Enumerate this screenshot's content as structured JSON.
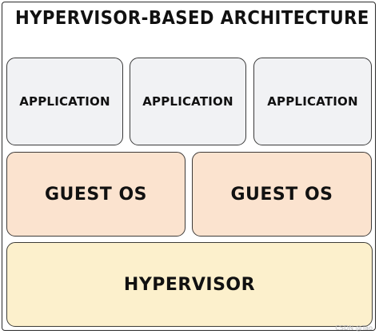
{
  "diagram": {
    "title": "HYPERVISOR-BASED ARCHITECTURE",
    "application_layer": [
      {
        "label": "APPLICATION"
      },
      {
        "label": "APPLICATION"
      },
      {
        "label": "APPLICATION"
      }
    ],
    "guest_os_layer": [
      {
        "label": "GUEST OS"
      },
      {
        "label": "GUEST OS"
      }
    ],
    "hypervisor_layer": {
      "label": "HYPERVISOR"
    },
    "watermark": "CSDN @Tao"
  },
  "colors": {
    "application_fill": "#f1f2f4",
    "guest_os_fill": "#fbe3cf",
    "hypervisor_fill": "#fcf0cc",
    "stroke": "#3a3a3a"
  }
}
